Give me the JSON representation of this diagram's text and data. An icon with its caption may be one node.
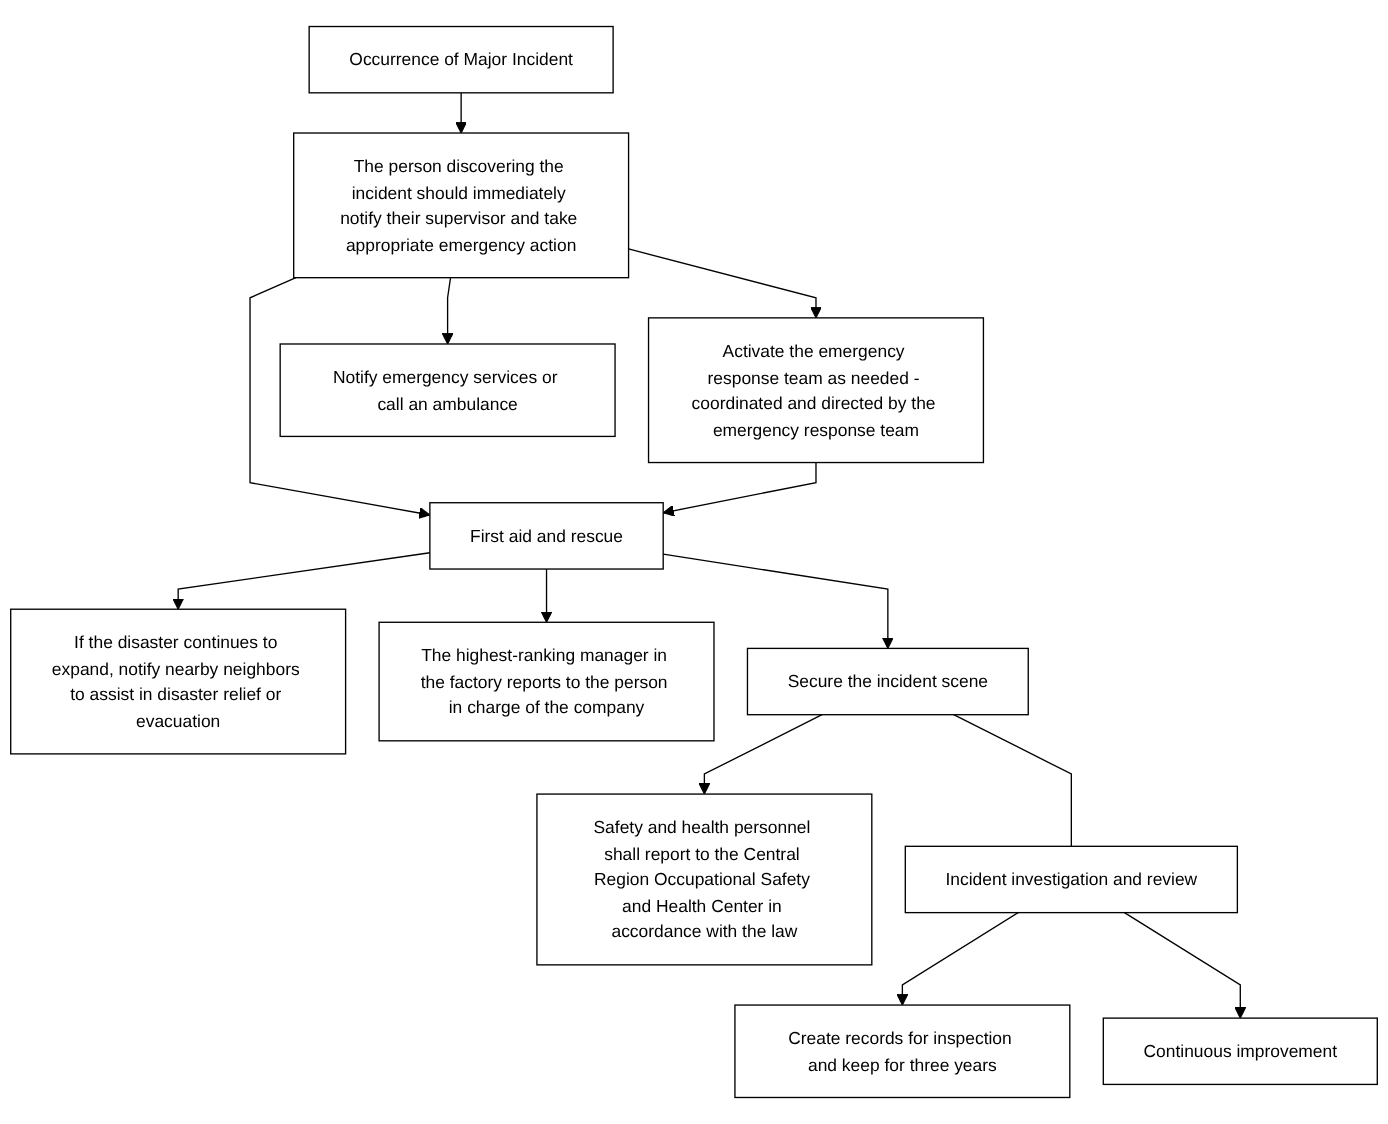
{
  "diagram": {
    "nodes": [
      {
        "text": [
          "Occurrence of Major Incident"
        ]
      },
      {
        "text": [
          "The person discovering the incident should immediately notify their supervisor and take appropriate emergency action"
        ]
      },
      {
        "text": [
          "Activate the emergency response team as needed - coordinated and directed by the emergency response team"
        ]
      },
      {
        "text": [
          "Notify emergency services or call an ambulance"
        ]
      },
      {
        "text": [
          "First aid and rescue"
        ]
      },
      {
        "text": [
          "If the disaster continues to expand, notify nearby neighbors to assist in disaster relief or evacuation"
        ]
      },
      {
        "text": [
          "The highest-ranking manager in the factory reports to the person in charge of the company"
        ]
      },
      {
        "text": [
          "Secure the incident scene"
        ]
      },
      {
        "text": [
          "Safety and health personnel shall report to the Central Region Occupational Safety and Health Center in accordance with the law"
        ]
      },
      {
        "text": [
          "Incident investigation and review"
        ]
      },
      {
        "text": [
          "Create records for inspection and keep for three years"
        ]
      },
      {
        "text": [
          "Continuous improvement"
        ]
      }
    ],
    "edges": [
      {
        "from": 0,
        "to": 1,
        "arrow": "to"
      },
      {
        "from": 1,
        "to": 2,
        "arrow": "to"
      },
      {
        "from": 1,
        "to": 3,
        "arrow": "to"
      },
      {
        "from": 1,
        "to": 4,
        "arrow": "to"
      },
      {
        "from": 2,
        "to": 4,
        "arrow": "to"
      },
      {
        "from": 4,
        "to": 5,
        "arrow": "to"
      },
      {
        "from": 4,
        "to": 6,
        "arrow": "to"
      },
      {
        "from": 4,
        "to": 7,
        "arrow": "to"
      },
      {
        "from": 7,
        "to": 8,
        "arrow": "to"
      },
      {
        "from": 7,
        "to": 9,
        "arrow": "none"
      },
      {
        "from": 9,
        "to": 10,
        "arrow": "to"
      },
      {
        "from": 9,
        "to": 11,
        "arrow": "to"
      }
    ]
  }
}
